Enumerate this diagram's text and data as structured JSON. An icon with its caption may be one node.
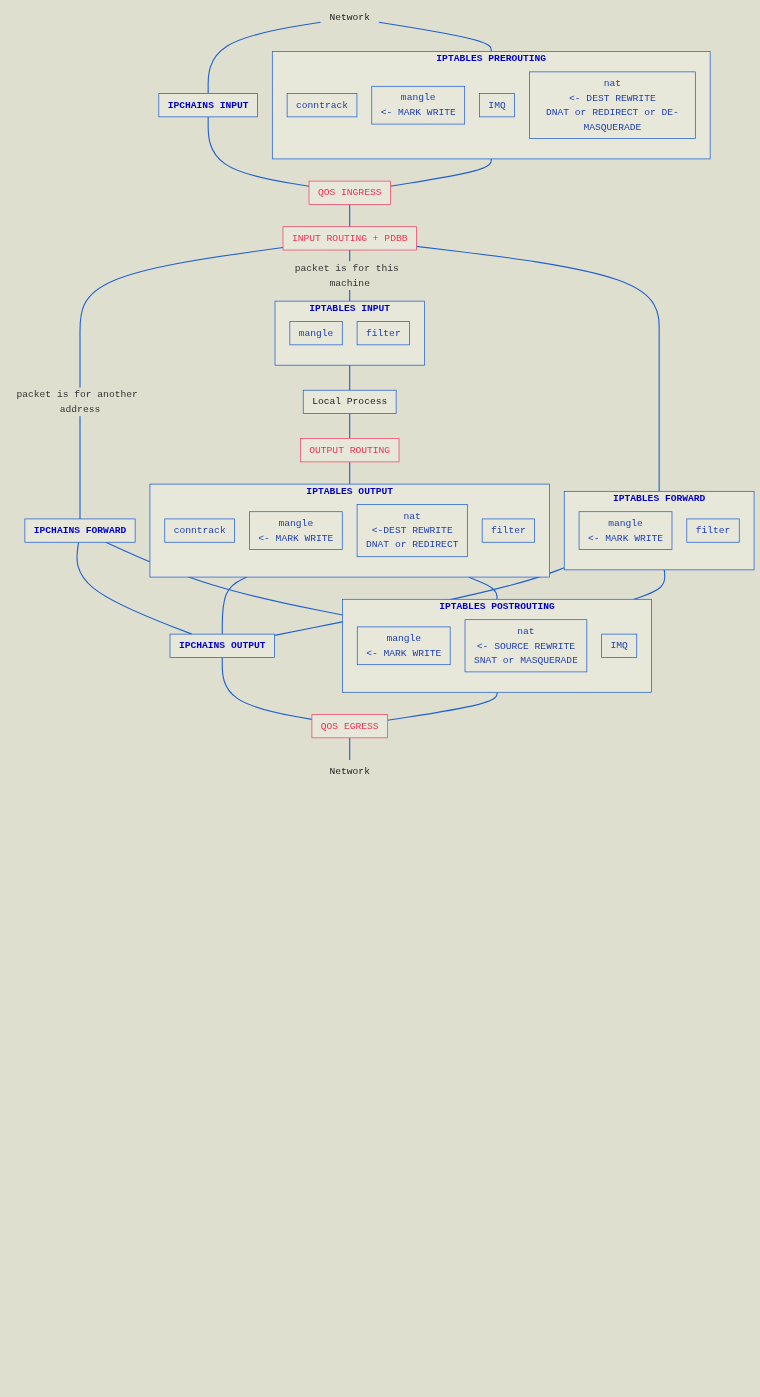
{
  "diagram": {
    "nodes": [
      {
        "text": [
          "Network"
        ]
      },
      {
        "text": [
          "IPCHAINS INPUT"
        ]
      },
      {
        "text": [
          "IPTABLES PREROUTING"
        ]
      },
      {
        "text": [
          "conntrack"
        ],
        "in": 2
      },
      {
        "text": [
          "mangle",
          "<- MARK WRITE"
        ],
        "in": 2
      },
      {
        "text": [
          "IMQ"
        ],
        "in": 2
      },
      {
        "text": [
          "nat",
          "<- DEST REWRITE",
          "DNAT or REDIRECT or DE-MASQUERADE"
        ],
        "in": 2
      },
      {
        "text": [
          "QOS INGRESS"
        ]
      },
      {
        "text": [
          "INPUT ROUTING + PDBB"
        ]
      },
      {
        "text": [
          "IPTABLES INPUT"
        ]
      },
      {
        "text": [
          "mangle"
        ],
        "in": 9
      },
      {
        "text": [
          "filter"
        ],
        "in": 9
      },
      {
        "text": [
          "Local Process"
        ]
      },
      {
        "text": [
          "OUTPUT ROUTING"
        ]
      },
      {
        "text": [
          "IPTABLES OUTPUT"
        ]
      },
      {
        "text": [
          "conntrack"
        ],
        "in": 14
      },
      {
        "text": [
          "mangle",
          "<- MARK WRITE"
        ],
        "in": 14
      },
      {
        "text": [
          "nat",
          "<-DEST REWRITE",
          "DNAT or REDIRECT"
        ],
        "in": 14
      },
      {
        "text": [
          "filter"
        ],
        "in": 14
      },
      {
        "text": [
          "IPCHAINS FORWARD"
        ]
      },
      {
        "text": [
          "IPTABLES FORWARD"
        ]
      },
      {
        "text": [
          "mangle",
          "<- MARK WRITE"
        ],
        "in": 20
      },
      {
        "text": [
          "filter"
        ],
        "in": 20
      },
      {
        "text": [
          "IPCHAINS OUTPUT"
        ]
      },
      {
        "text": [
          "IPTABLES POSTROUTING"
        ]
      },
      {
        "text": [
          "mangle",
          "<- MARK WRITE"
        ],
        "in": 24
      },
      {
        "text": [
          "nat",
          "<- SOURCE REWRITE",
          "SNAT or MASQUERADE"
        ],
        "in": 24
      },
      {
        "text": [
          "IMQ"
        ],
        "in": 24
      },
      {
        "text": [
          "QOS EGRESS"
        ]
      },
      {
        "text": [
          "Network"
        ]
      }
    ],
    "edges": [
      {
        "from": 0,
        "to": 1,
        "arrow": "none"
      },
      {
        "from": 0,
        "to": 2,
        "arrow": "none"
      },
      {
        "from": 1,
        "to": 7,
        "arrow": "none"
      },
      {
        "from": 2,
        "to": 7,
        "arrow": "none"
      },
      {
        "from": 7,
        "to": 8,
        "arrow": "none"
      },
      {
        "from": 8,
        "to": 9,
        "arrow": "none",
        "label": "packet is for this machine"
      },
      {
        "from": 8,
        "to": 19,
        "arrow": "none",
        "label": "packet is for another address"
      },
      {
        "from": 8,
        "to": 20,
        "arrow": "none"
      },
      {
        "from": 9,
        "to": 12,
        "arrow": "none"
      },
      {
        "from": 12,
        "to": 13,
        "arrow": "none"
      },
      {
        "from": 13,
        "to": 14,
        "arrow": "none"
      },
      {
        "from": 14,
        "to": 23,
        "arrow": "none"
      },
      {
        "from": 14,
        "to": 24,
        "arrow": "none"
      },
      {
        "from": 19,
        "to": 23,
        "arrow": "none"
      },
      {
        "from": 19,
        "to": 24,
        "arrow": "none"
      },
      {
        "from": 20,
        "to": 23,
        "arrow": "none"
      },
      {
        "from": 20,
        "to": 24,
        "arrow": "none"
      },
      {
        "from": 23,
        "to": 28,
        "arrow": "none"
      },
      {
        "from": 24,
        "to": 28,
        "arrow": "none"
      },
      {
        "from": 28,
        "to": 29,
        "arrow": "none"
      }
    ]
  }
}
